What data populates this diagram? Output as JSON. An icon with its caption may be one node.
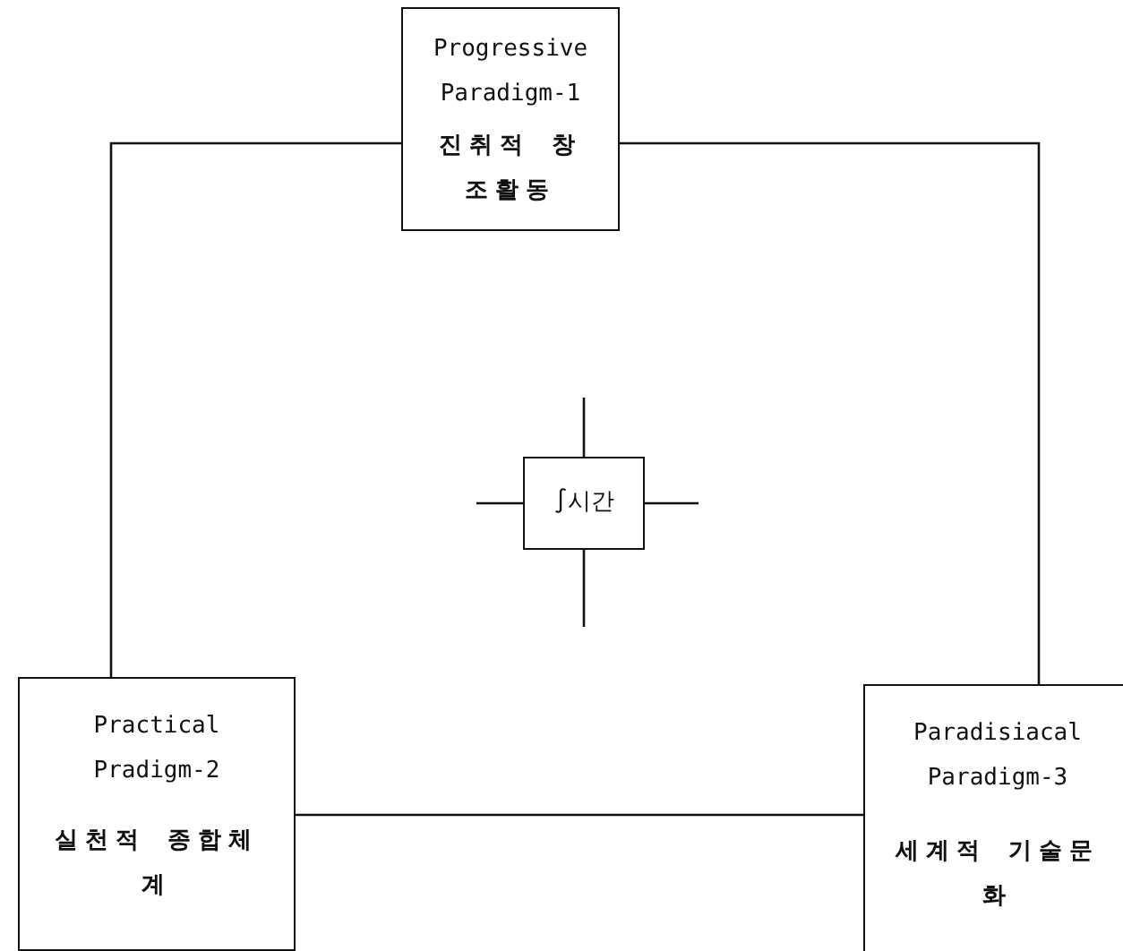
{
  "diagram": {
    "nodes": [
      {
        "text": [
          "Progressive Paradigm-1",
          "진취적 창조활동"
        ]
      },
      {
        "text": [
          "Practical Pradigm-2",
          "실천적 종합체계"
        ]
      },
      {
        "text": [
          "Paradisiacal Paradigm-3",
          "세계적 기술문화"
        ]
      },
      {
        "text": [
          "∫시간"
        ]
      }
    ],
    "edges": [
      {
        "from": 0,
        "to": 1,
        "arrow": "none"
      },
      {
        "from": 0,
        "to": 2,
        "arrow": "none"
      },
      {
        "from": 1,
        "to": 2,
        "arrow": "none"
      },
      {
        "from": 3,
        "to": null,
        "arrow": "none"
      },
      {
        "from": 3,
        "to": null,
        "arrow": "none"
      },
      {
        "from": 3,
        "to": null,
        "arrow": "none"
      },
      {
        "from": 3,
        "to": null,
        "arrow": "none"
      }
    ]
  }
}
